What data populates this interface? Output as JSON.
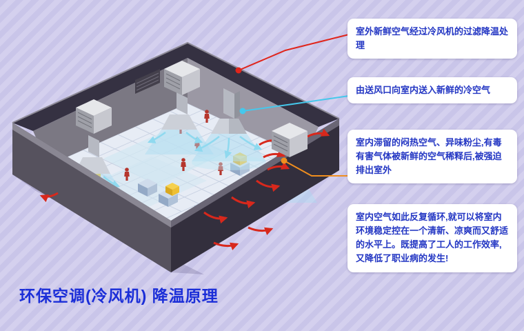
{
  "page": {
    "title": "环保空调(冷风机) 降温原理",
    "title_color": "#1b2ed8",
    "background_color": "#cbc7ea",
    "callout_text_color": "#2336c3"
  },
  "callouts": [
    {
      "id": 1,
      "text": "室外新鲜空气经过冷风机的过滤降温处理",
      "connector_color": "#e0251b"
    },
    {
      "id": 2,
      "text": "由送风口向室内送入新鲜的冷空气",
      "connector_color": "#45c8ec"
    },
    {
      "id": 3,
      "text": "室内滞留的闷热空气、异味粉尘,有毒有害气体被新鲜的空气稀释后,被强迫排出室外",
      "connector_color": "#f08e1e"
    },
    {
      "id": 4,
      "text": "室内空气如此反复循环,就可以将室内环境稳定控在一个清新、凉爽而又舒适的水平上。既提高了工人的工作效率,又降低了职业病的发生!"
    }
  ],
  "illustration": {
    "airflow_supply_color": "#8fd9ef",
    "airflow_exhaust_color": "#d8281c",
    "building_wall_color": "#56525e"
  }
}
